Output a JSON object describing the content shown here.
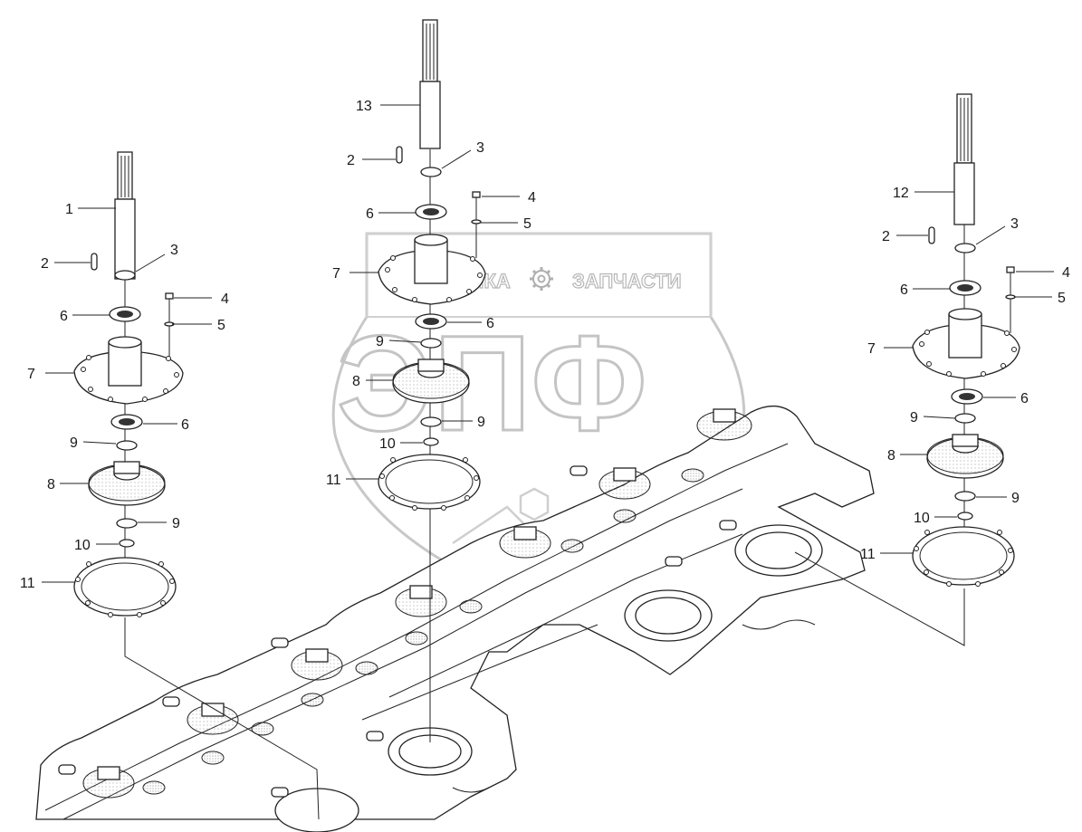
{
  "watermark": {
    "left_text": "ТЕХНИКА",
    "right_text": "ЗАПЧАСТИ",
    "big_letters": "ЭПФ"
  },
  "callouts": {
    "left": {
      "n1": "1",
      "n2": "2",
      "n3": "3",
      "n4": "4",
      "n5": "5",
      "n6a": "6",
      "n7": "7",
      "n6b": "6",
      "n9a": "9",
      "n8": "8",
      "n9b": "9",
      "n10": "10",
      "n11": "11"
    },
    "center": {
      "n13": "13",
      "n2": "2",
      "n3": "3",
      "n4": "4",
      "n6a": "6",
      "n5": "5",
      "n7": "7",
      "n6b": "6",
      "n9a": "9",
      "n8": "8",
      "n9b": "9",
      "n10": "10",
      "n11": "11"
    },
    "right": {
      "n12": "12",
      "n2": "2",
      "n3": "3",
      "n4": "4",
      "n6a": "6",
      "n5": "5",
      "n7": "7",
      "n6b": "6",
      "n9a": "9",
      "n8": "8",
      "n9b": "9",
      "n10": "10",
      "n11": "11"
    }
  },
  "icons": [
    "gear-icon",
    "shield-watermark-icon"
  ]
}
